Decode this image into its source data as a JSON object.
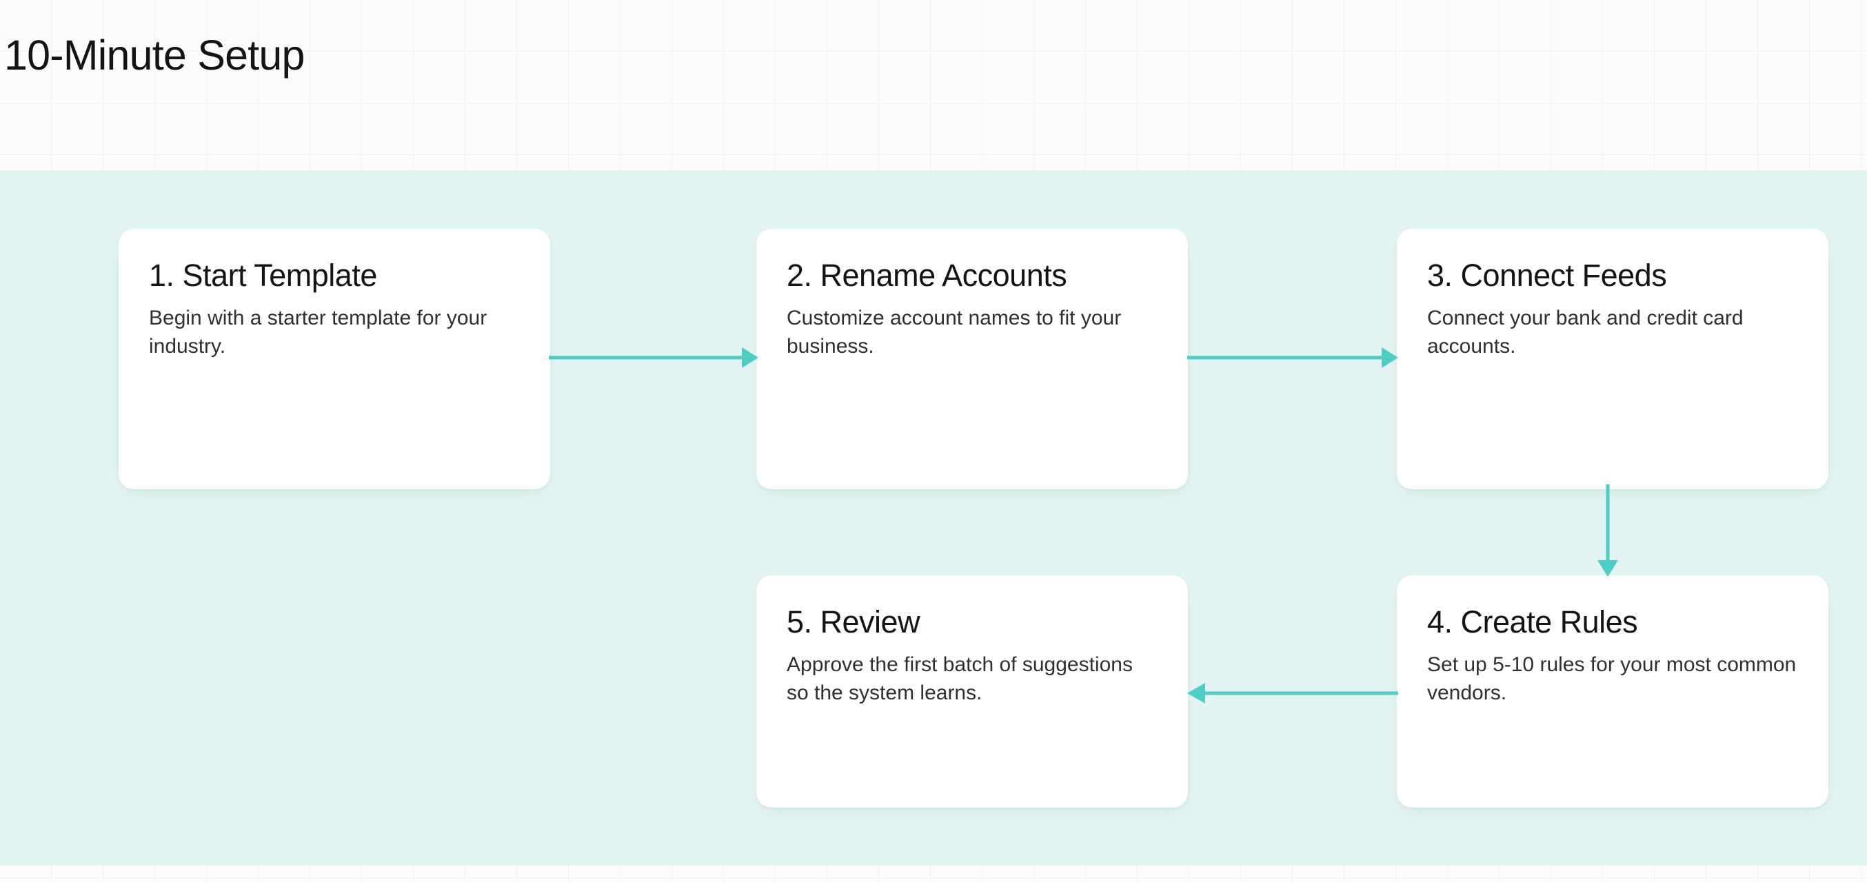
{
  "page": {
    "title": "10-Minute Setup",
    "background_color": "#FBFBFB",
    "band_color": "#E3F5F2",
    "accent_color": "#4ECDC4",
    "text_color": "#141414"
  },
  "flow": {
    "type": "flowchart",
    "direction": "snake: left-to-right, then down, then right-to-left",
    "steps": [
      {
        "id": "step-1",
        "number": "1",
        "title": "1. Start Template",
        "body": "Begin with a starter template for your industry.",
        "row": 1,
        "column": 1
      },
      {
        "id": "step-2",
        "number": "2",
        "title": "2. Rename Accounts",
        "body": "Customize account names to fit your business.",
        "row": 1,
        "column": 2
      },
      {
        "id": "step-3",
        "number": "3",
        "title": "3. Connect Feeds",
        "body": "Connect your bank and credit card accounts.",
        "row": 1,
        "column": 3
      },
      {
        "id": "step-4",
        "number": "4",
        "title": "4. Create Rules",
        "body": "Set up 5-10 rules for your most common vendors.",
        "row": 2,
        "column": 3
      },
      {
        "id": "step-5",
        "number": "5",
        "title": "5. Review",
        "body": "Approve the first batch of suggestions so the system learns.",
        "row": 2,
        "column": 2
      }
    ],
    "connectors": [
      {
        "id": "arrow-1-2",
        "from": "step-1",
        "to": "step-2",
        "direction": "right"
      },
      {
        "id": "arrow-2-3",
        "from": "step-2",
        "to": "step-3",
        "direction": "right"
      },
      {
        "id": "arrow-3-4",
        "from": "step-3",
        "to": "step-4",
        "direction": "down"
      },
      {
        "id": "arrow-4-5",
        "from": "step-4",
        "to": "step-5",
        "direction": "left"
      }
    ]
  }
}
